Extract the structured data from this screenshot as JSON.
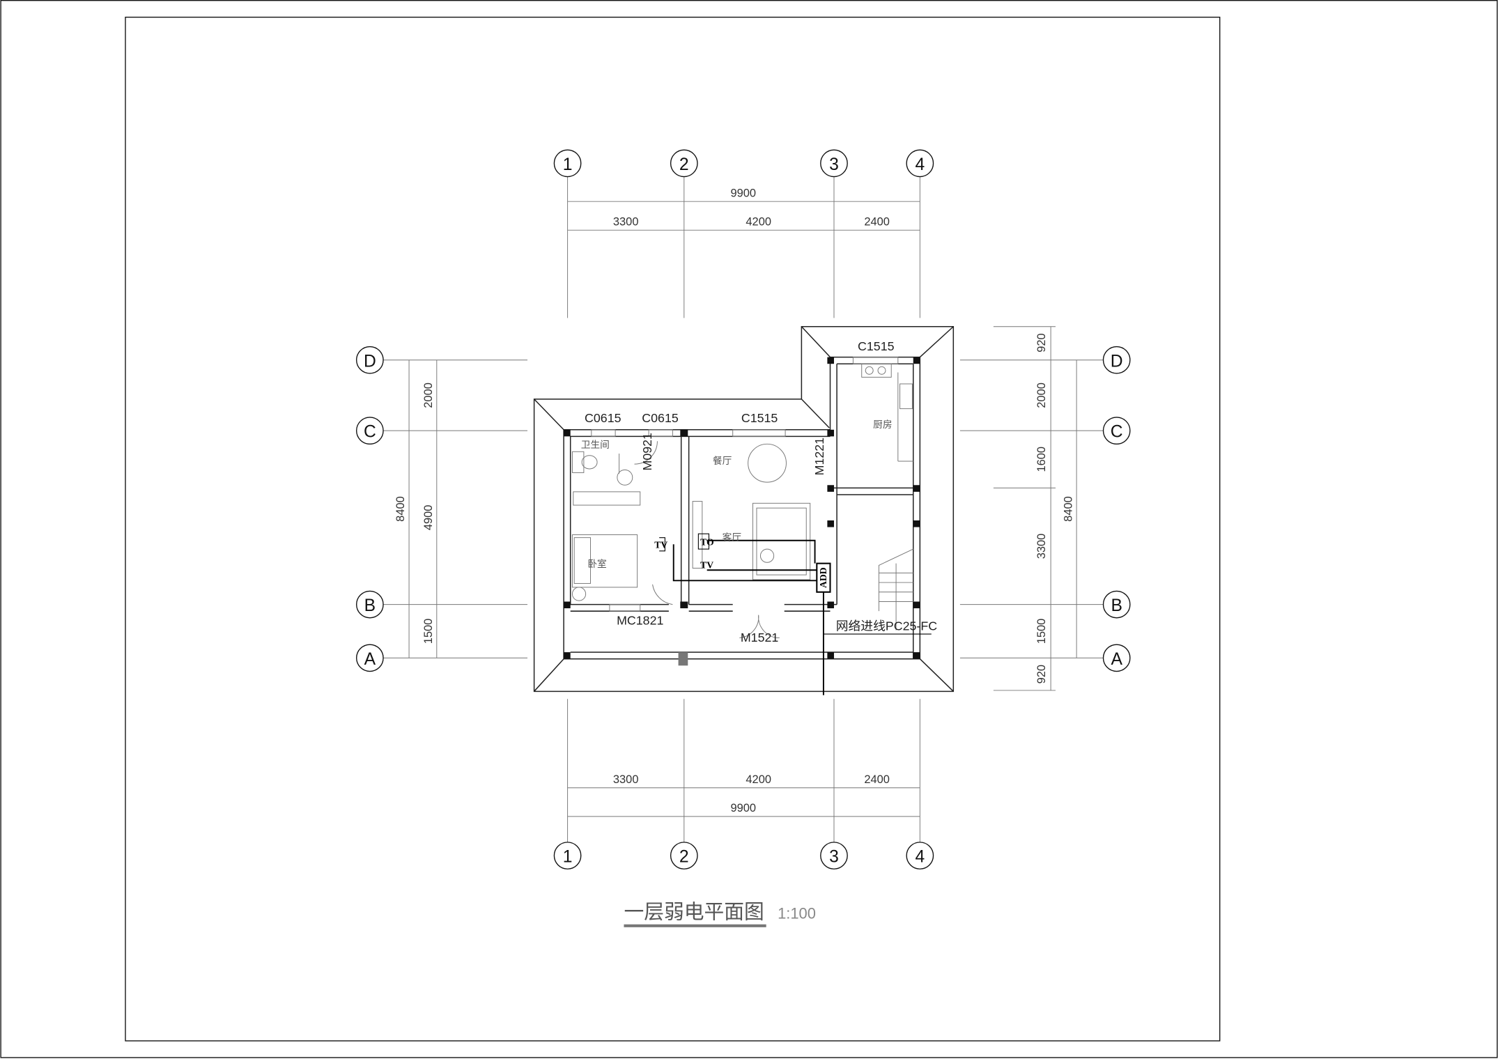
{
  "drawing": {
    "title": "一层弱电平面图",
    "scale": "1:100"
  },
  "axes": {
    "columns": [
      "1",
      "2",
      "3",
      "4"
    ],
    "rows": [
      "D",
      "C",
      "B",
      "A"
    ]
  },
  "dimensions": {
    "top_total": "9900",
    "top_segments": [
      "3300",
      "4200",
      "2400"
    ],
    "bottom_total": "9900",
    "bottom_segments": [
      "3300",
      "4200",
      "2400"
    ],
    "left_total": "8400",
    "left_segments": [
      "2000",
      "4900",
      "1500"
    ],
    "right_total": "8400",
    "right_segments": [
      "920",
      "2000",
      "1600",
      "3300",
      "1500",
      "920"
    ]
  },
  "rooms": {
    "bathroom": "卫生间",
    "dining": "餐厅",
    "living": "客厅",
    "bedroom": "卧室",
    "kitchen": "厨房"
  },
  "openings": {
    "window_1": "C0615",
    "window_2": "C0615",
    "window_3": "C1515",
    "window_4": "C1515",
    "door_bath": "M0921",
    "door_kitchen": "M1221",
    "door_bedroom": "MC1821",
    "door_entry": "M1521"
  },
  "equipment": {
    "tv_bedroom": "TV",
    "to_living": "TO",
    "tv_living": "TV",
    "add_box": "ADD",
    "network_inlet": "网络进线PC25-FC"
  }
}
